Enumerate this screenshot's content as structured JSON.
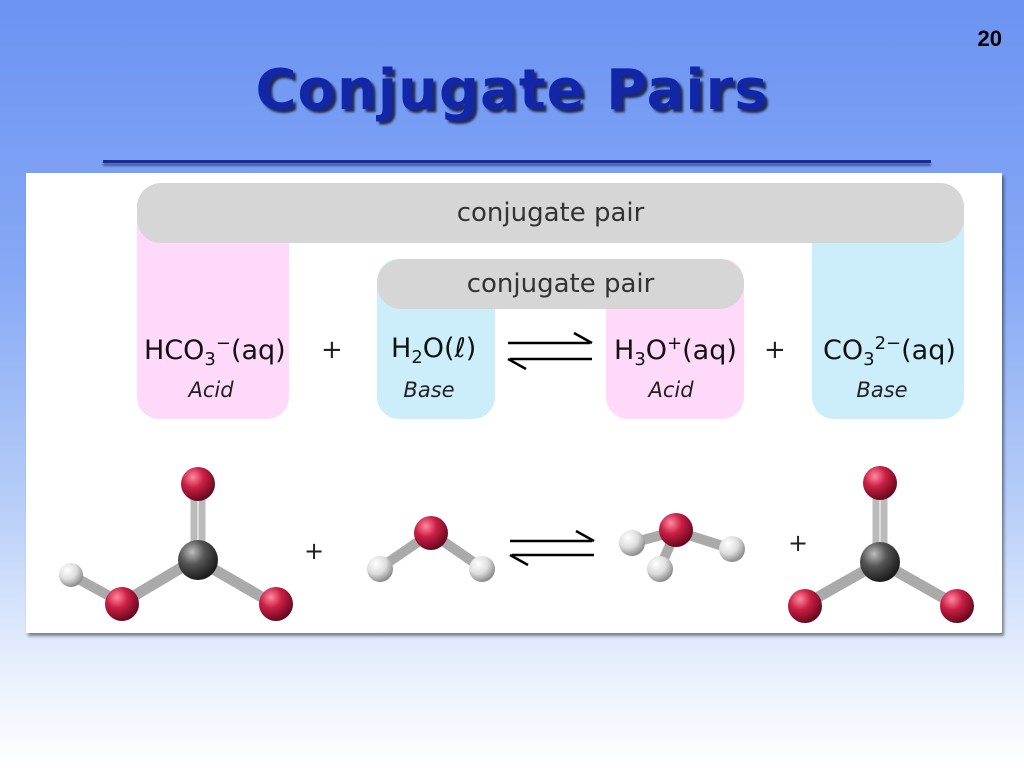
{
  "slide": {
    "number": "20",
    "title": "Conjugate Pairs"
  },
  "diagram": {
    "pair_label_outer": "conjugate pair",
    "pair_label_inner": "conjugate pair",
    "plus": "+",
    "species": [
      {
        "formula_main": "HCO",
        "sub": "3",
        "sup": "−",
        "phase": "(aq)",
        "role": "Acid",
        "color": "#ffd9fa"
      },
      {
        "formula_main": "H",
        "sub": "2",
        "sup": "",
        "formula_mid": "O",
        "phase": "(ℓ)",
        "role": "Base",
        "color": "#cceefb"
      },
      {
        "formula_main": "H",
        "sub": "3",
        "sup": "+",
        "formula_mid": "O",
        "phase": "(aq)",
        "role": "Acid",
        "color": "#ffd9fa"
      },
      {
        "formula_main": "CO",
        "sub": "3",
        "sup": "2−",
        "phase": "(aq)",
        "role": "Base",
        "color": "#cceefb"
      }
    ],
    "atom_colors": {
      "oxygen": "#cc1f45",
      "carbon": "#555555",
      "hydrogen": "#dddddd",
      "bond": "#b8b8b8"
    }
  }
}
